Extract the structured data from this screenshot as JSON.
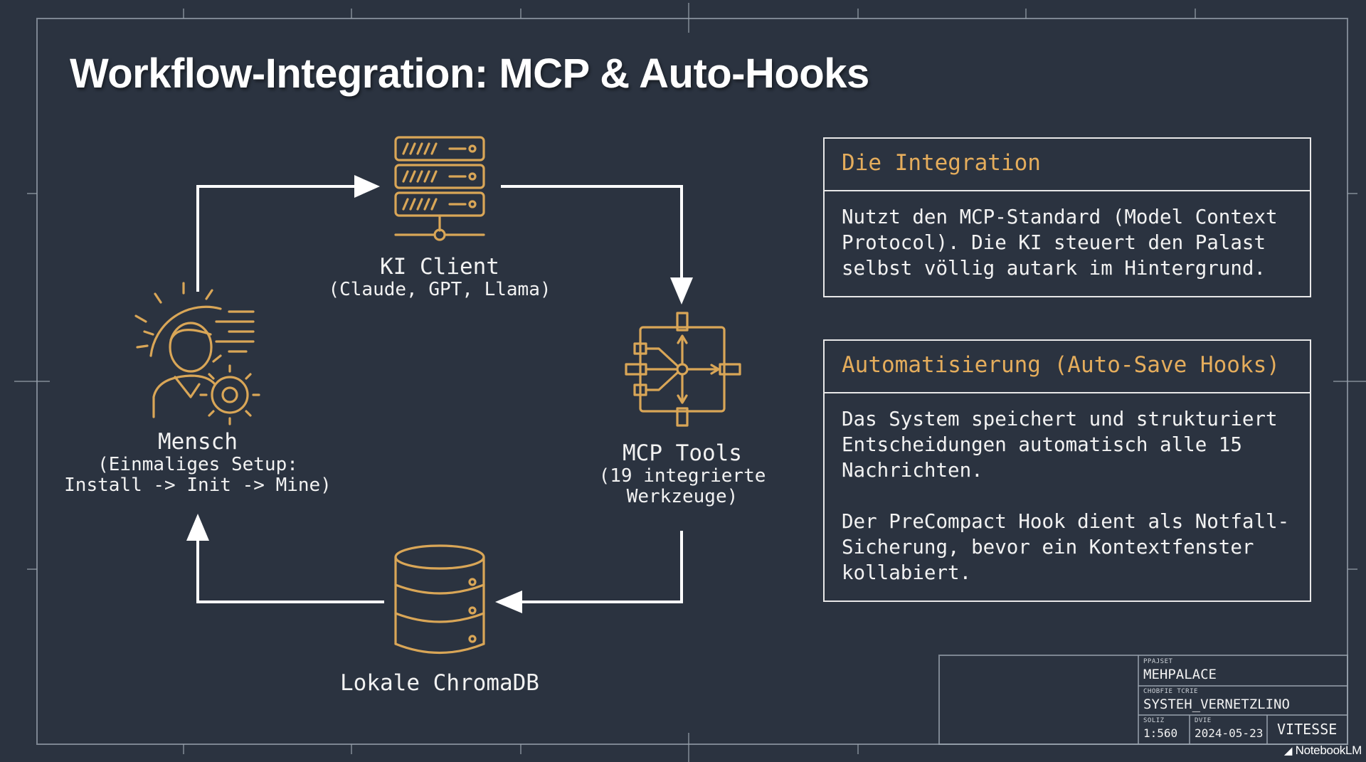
{
  "slide": {
    "title": "Workflow-Integration: MCP & Auto-Hooks"
  },
  "diagram": {
    "nodes": {
      "ki_client": {
        "name": "KI Client",
        "sub": "(Claude, GPT, Llama)",
        "icon": "server-rack-icon"
      },
      "mcp_tools": {
        "name": "MCP Tools",
        "sub": "(19 integrierte\nWerkzeuge)",
        "icon": "network-hub-icon"
      },
      "chromadb": {
        "name": "Lokale ChromaDB",
        "icon": "database-icon"
      },
      "mensch": {
        "name": "Mensch",
        "sub": "(Einmaliges Setup:\nInstall -> Init -> Mine)",
        "icon": "person-gears-icon"
      }
    },
    "flow": [
      "Mensch",
      "KI Client",
      "MCP Tools",
      "Lokale ChromaDB",
      "Mensch"
    ]
  },
  "panels": {
    "integration": {
      "header": "Die Integration",
      "body": "Nutzt den MCP-Standard (Model Context Protocol). Die KI steuert den Palast selbst völlig autark im Hintergrund."
    },
    "automation": {
      "header": "Automatisierung (Auto-Save Hooks)",
      "para1": "Das System speichert und strukturiert Entscheidungen automatisch alle 15 Nachrichten.",
      "para2": "Der PreCompact Hook dient als Notfall-Sicherung, bevor ein Kontextfenster kollabiert."
    }
  },
  "title_block": {
    "project_label": "PPAJSET",
    "project_value": "MEHPALACE",
    "drawing_label": "CHOBFIE TCRIE",
    "drawing_value": "SYSTEH_VERNETZLINO",
    "scale_label": "SOLIZ",
    "scale_value": "1:560",
    "date_label": "DVIE",
    "date_value": "2024-05-23",
    "stamp": "VITESSE"
  },
  "branding": {
    "name": "NotebookLM"
  },
  "colors": {
    "background": "#2b3340",
    "accent": "#d9a657",
    "header_text": "#e5ad5c",
    "line": "#ffffff"
  }
}
